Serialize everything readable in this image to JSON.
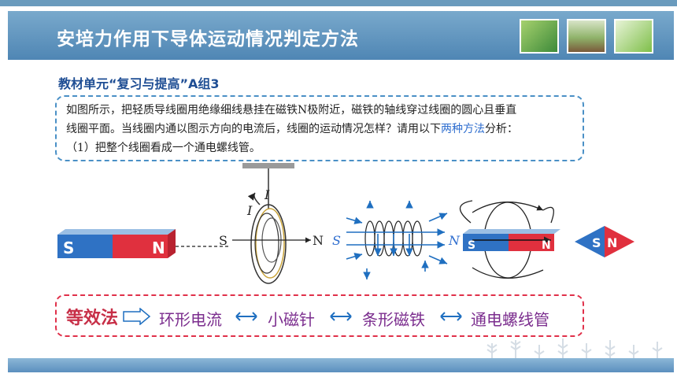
{
  "header": {
    "title": "安培力作用下导体运动情况判定方法"
  },
  "subtitle": "教材单元“复习与提高”A组3",
  "problem": {
    "line1": "如图所示，把轻质导线圈用绝缘细线悬挂在磁铁N极附近，磁铁的轴线穿过线圈的圆心且垂直",
    "line2_a": "线圈平面。当线圈内通以图示方向的电流后，线圈的运动情况怎样？请用以下",
    "line2_highlight": "两种方法",
    "line2_b": "分析：",
    "line3": "（1）把整个线圈看成一个通电螺线管。"
  },
  "diagram": {
    "magnet_s": "S",
    "magnet_n": "N",
    "label_i": "I",
    "label_s": "S",
    "label_n": "N",
    "solenoid_s": "S",
    "solenoid_n": "N",
    "inner_s": "S",
    "inner_n": "N",
    "needle_s": "S",
    "needle_n": "N"
  },
  "equiv": {
    "head": "等效法",
    "item1": "环形电流",
    "item2": "小磁针",
    "item3": "条形磁铁",
    "item4": "通电螺线管"
  },
  "colors": {
    "header": "#4f86b4",
    "subtitle": "#1f4e94",
    "magnet_s": "#2f72c4",
    "magnet_n": "#e0303e",
    "equiv_border": "#e0304a",
    "equiv_text": "#7b2d8e"
  }
}
